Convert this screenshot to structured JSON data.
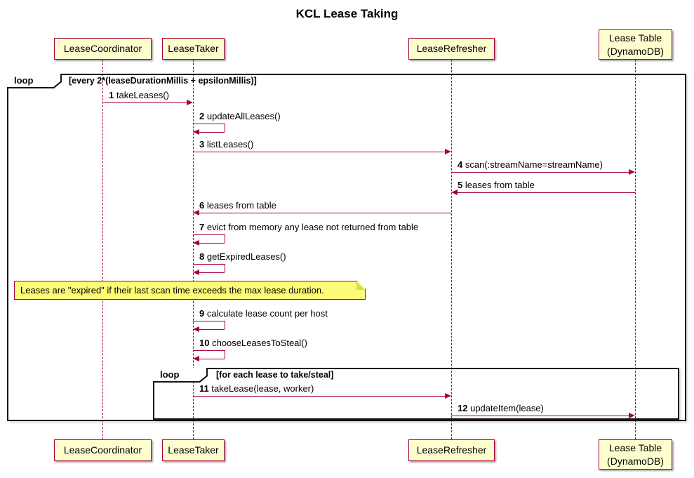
{
  "title": "KCL Lease Taking",
  "participants": [
    {
      "label": "LeaseCoordinator"
    },
    {
      "label": "LeaseTaker"
    },
    {
      "label": "LeaseRefresher"
    },
    {
      "label": "Lease Table",
      "sublabel": "(DynamoDB)"
    }
  ],
  "outer_loop": {
    "keyword": "loop",
    "condition": "[every 2*(leaseDurationMillis + epsilonMillis)]"
  },
  "inner_loop": {
    "keyword": "loop",
    "condition": "[for each lease to take/steal]"
  },
  "messages": [
    {
      "num": "1",
      "text": "takeLeases()",
      "from": "LeaseCoordinator",
      "to": "LeaseTaker"
    },
    {
      "num": "2",
      "text": "updateAllLeases()",
      "from": "LeaseTaker",
      "to": "LeaseTaker"
    },
    {
      "num": "3",
      "text": "listLeases()",
      "from": "LeaseTaker",
      "to": "LeaseRefresher"
    },
    {
      "num": "4",
      "text": "scan(:streamName=streamName)",
      "from": "LeaseRefresher",
      "to": "Lease Table"
    },
    {
      "num": "5",
      "text": "leases from table",
      "from": "Lease Table",
      "to": "LeaseRefresher"
    },
    {
      "num": "6",
      "text": "leases from table",
      "from": "LeaseRefresher",
      "to": "LeaseTaker"
    },
    {
      "num": "7",
      "text": "evict from memory any lease not returned from table",
      "from": "LeaseTaker",
      "to": "LeaseTaker"
    },
    {
      "num": "8",
      "text": "getExpiredLeases()",
      "from": "LeaseTaker",
      "to": "LeaseTaker"
    },
    {
      "num": "9",
      "text": "calculate lease count per host",
      "from": "LeaseTaker",
      "to": "LeaseTaker"
    },
    {
      "num": "10",
      "text": "chooseLeasesToSteal()",
      "from": "LeaseTaker",
      "to": "LeaseTaker"
    },
    {
      "num": "11",
      "text": "takeLease(lease, worker)",
      "from": "LeaseTaker",
      "to": "LeaseRefresher"
    },
    {
      "num": "12",
      "text": "updateItem(lease)",
      "from": "LeaseRefresher",
      "to": "Lease Table"
    }
  ],
  "note": {
    "text": "Leases are \"expired\" if their last scan time exceeds the max lease duration."
  },
  "colors": {
    "participant_fill": "#FEFECE",
    "line": "#A80036",
    "note_fill": "#FBFB77",
    "frame_border": "#151515"
  }
}
